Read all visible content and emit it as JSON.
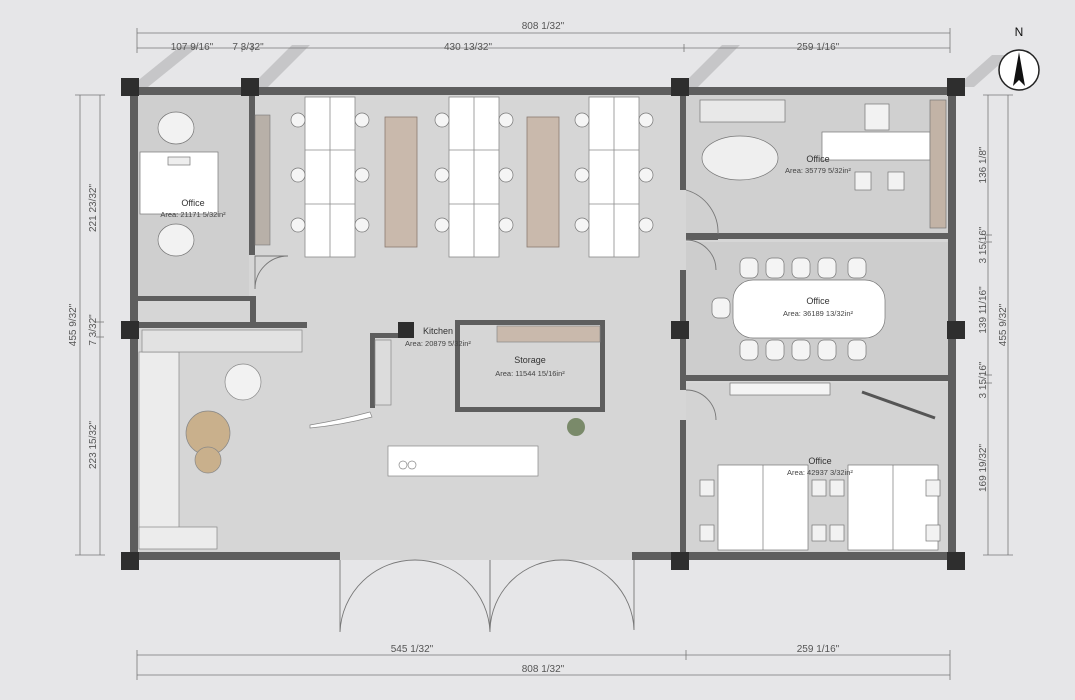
{
  "dimensions": {
    "top_total": "808 1/32\"",
    "top_1": "107 9/16\"",
    "top_2": "7 3/32\"",
    "top_3": "430 13/32\"",
    "top_4": "259 1/16\"",
    "left_total": "455 9/32\"",
    "left_1": "221 23/32\"",
    "left_2": "7 3/32\"",
    "left_3": "223 15/32\"",
    "right_total": "455 9/32\"",
    "right_1": "136 1/8\"",
    "right_2": "3 15/16\"",
    "right_3": "139 11/16\"",
    "right_4": "3 15/16\"",
    "right_5": "169 19/32\"",
    "bottom_1": "545 1/32\"",
    "bottom_2": "259 1/16\"",
    "bottom_total": "808 1/32\""
  },
  "rooms": {
    "office_left": {
      "name": "Office",
      "area": "Area: 21171 5/32in²"
    },
    "office_top_right": {
      "name": "Office",
      "area": "Area: 35779 5/32in²"
    },
    "conference": {
      "name": "Office",
      "area": "Area: 36189 13/32in²"
    },
    "office_bottom_right": {
      "name": "Office",
      "area": "Area: 42937 3/32in²"
    },
    "kitchen": {
      "name": "Kitchen",
      "area": "Area: 20879 5/32in²"
    },
    "storage": {
      "name": "Storage",
      "area": "Area: 11544 15/16in²"
    }
  },
  "compass": {
    "label": "N",
    "icon": "north-arrow-icon"
  },
  "colors": {
    "wall": "#5a5a5a",
    "floor": "#d5d5d5",
    "background": "#e6e6e8",
    "shadow": "#c4c4c4"
  }
}
